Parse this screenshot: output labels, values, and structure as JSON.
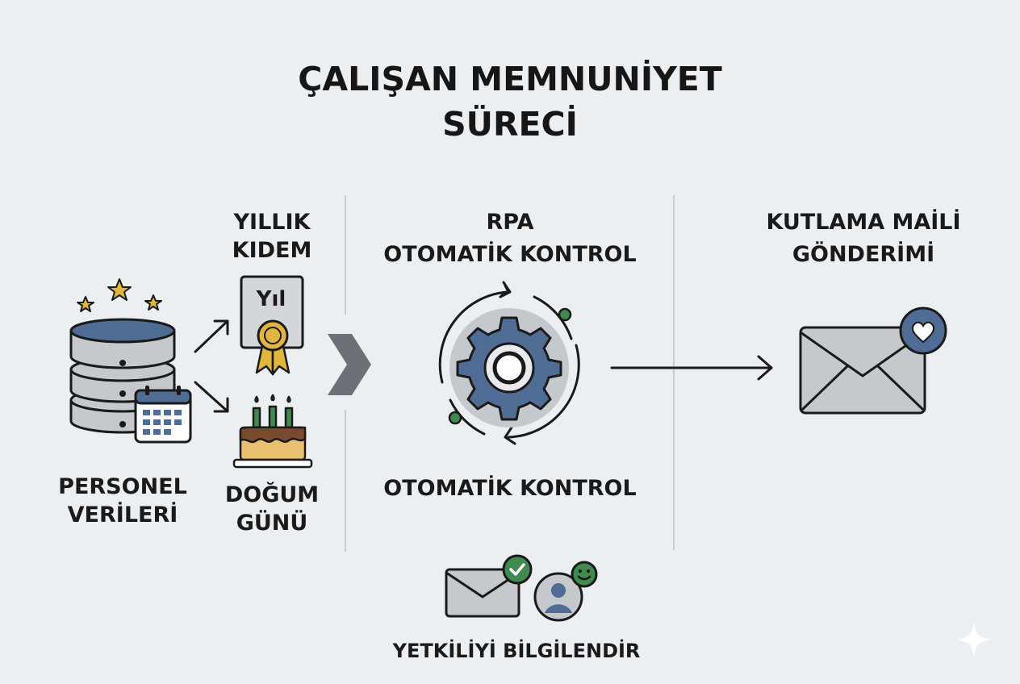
{
  "title": {
    "line1": "ÇALIŞAN MEMNUNİYET",
    "line2": "SÜRECİ"
  },
  "left": {
    "personnel": {
      "line1": "PERSONEL",
      "line2": "VERİLERİ"
    },
    "seniority": {
      "line1": "YILLIK",
      "line2": "KIDEM",
      "badge_text": "Yıl"
    },
    "birthday": {
      "line1": "DOĞUM",
      "line2": "GÜNÜ"
    }
  },
  "center": {
    "header": {
      "line1": "RPA",
      "line2": "OTOMATİK KONTROL"
    },
    "footer": "OTOMATİK KONTROL"
  },
  "right": {
    "header": {
      "line1": "KUTLAMA MAİLİ",
      "line2": "GÖNDERİMİ"
    }
  },
  "bottom": {
    "label": "YETKİLİYİ BİLGİLENDİR"
  },
  "colors": {
    "background": "#eceff2",
    "steel_blue": "#4e6c94",
    "gold": "#e2b53e",
    "green": "#3f8a4e",
    "grey": "#c5c9ce"
  },
  "icons": [
    "database-icon",
    "calendar-icon",
    "star-icon",
    "certificate-icon",
    "birthday-cake-icon",
    "chevron-right-icon",
    "gear-icon",
    "envelope-heart-icon",
    "envelope-check-icon",
    "user-smile-icon",
    "sparkle-icon"
  ]
}
